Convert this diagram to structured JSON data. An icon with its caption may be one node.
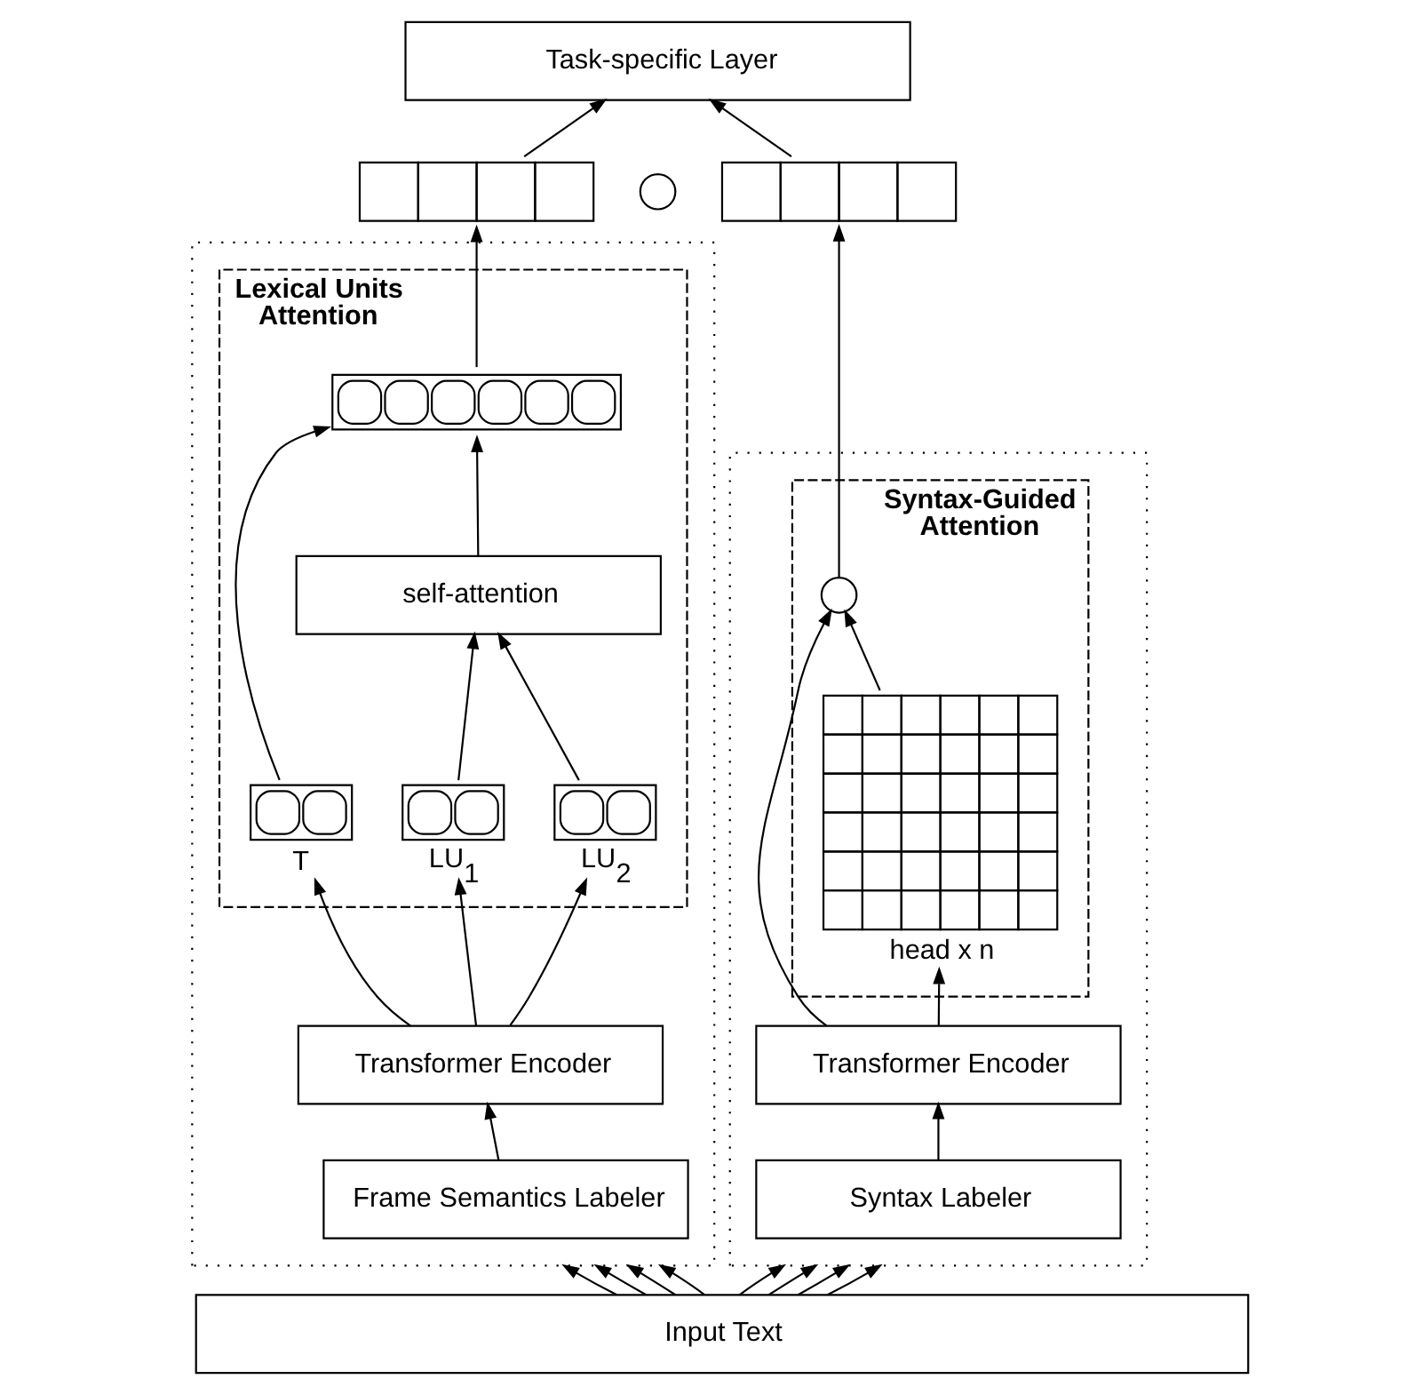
{
  "diagram": {
    "nodes": [
      {
        "text": [
          "Task-specific Layer"
        ]
      },
      {
        "text": [],
        "shape": "bar"
      },
      {
        "text": [],
        "shape": "circle"
      },
      {
        "text": [],
        "shape": "bar"
      },
      {
        "text": [],
        "shape": "box"
      },
      {
        "text": [
          "Lexical Units Attention"
        ],
        "in": 4
      },
      {
        "text": [],
        "shape": "bar",
        "in": 5
      },
      {
        "text": [
          "self-attention"
        ],
        "in": 5
      },
      {
        "text": [],
        "shape": "bar",
        "in": 5,
        "beside": [
          "T"
        ]
      },
      {
        "text": [],
        "shape": "bar",
        "in": 5,
        "beside": [
          "LU$_{1}$"
        ]
      },
      {
        "text": [],
        "shape": "bar",
        "in": 5,
        "beside": [
          "LU$_{2}$"
        ]
      },
      {
        "text": [
          "Transformer Encoder"
        ],
        "in": 4
      },
      {
        "text": [
          "Frame Semantics Labeler"
        ],
        "in": 4
      },
      {
        "text": [],
        "shape": "box"
      },
      {
        "text": [
          "Syntax-Guided Attention"
        ],
        "in": 13
      },
      {
        "text": [],
        "shape": "circle",
        "in": 14
      },
      {
        "text": [],
        "shape": "picture",
        "in": 14,
        "beside": [
          "head x n"
        ]
      },
      {
        "text": [
          "Transformer Encoder"
        ],
        "in": 13
      },
      {
        "text": [
          "Syntax Labeler"
        ],
        "in": 13
      },
      {
        "text": [
          "Input Text"
        ]
      }
    ],
    "edges": [
      {
        "from": 1,
        "to": 0,
        "arrow": "to"
      },
      {
        "from": 3,
        "to": 0,
        "arrow": "to"
      },
      {
        "from": 6,
        "to": 1,
        "arrow": "to"
      },
      {
        "from": 15,
        "to": 3,
        "arrow": "to"
      },
      {
        "from": 8,
        "to": 6,
        "arrow": "to"
      },
      {
        "from": 7,
        "to": 6,
        "arrow": "to"
      },
      {
        "from": 9,
        "to": 7,
        "arrow": "to"
      },
      {
        "from": 10,
        "to": 7,
        "arrow": "to"
      },
      {
        "from": 11,
        "to": 8,
        "arrow": "to"
      },
      {
        "from": 11,
        "to": 9,
        "arrow": "to"
      },
      {
        "from": 11,
        "to": 10,
        "arrow": "to"
      },
      {
        "from": 12,
        "to": 11,
        "arrow": "to"
      },
      {
        "from": 16,
        "to": 15,
        "arrow": "to"
      },
      {
        "from": 17,
        "to": 15,
        "arrow": "to"
      },
      {
        "from": 17,
        "to": 16,
        "arrow": "to"
      },
      {
        "from": 18,
        "to": 17,
        "arrow": "to"
      },
      {
        "from": 19,
        "to": 4,
        "arrow": "to"
      },
      {
        "from": 19,
        "to": 4,
        "arrow": "to"
      },
      {
        "from": 19,
        "to": 4,
        "arrow": "to"
      },
      {
        "from": 19,
        "to": 4,
        "arrow": "to"
      },
      {
        "from": 19,
        "to": 13,
        "arrow": "to"
      },
      {
        "from": 19,
        "to": 13,
        "arrow": "to"
      },
      {
        "from": 19,
        "to": 13,
        "arrow": "to"
      },
      {
        "from": 19,
        "to": 13,
        "arrow": "to"
      }
    ]
  }
}
